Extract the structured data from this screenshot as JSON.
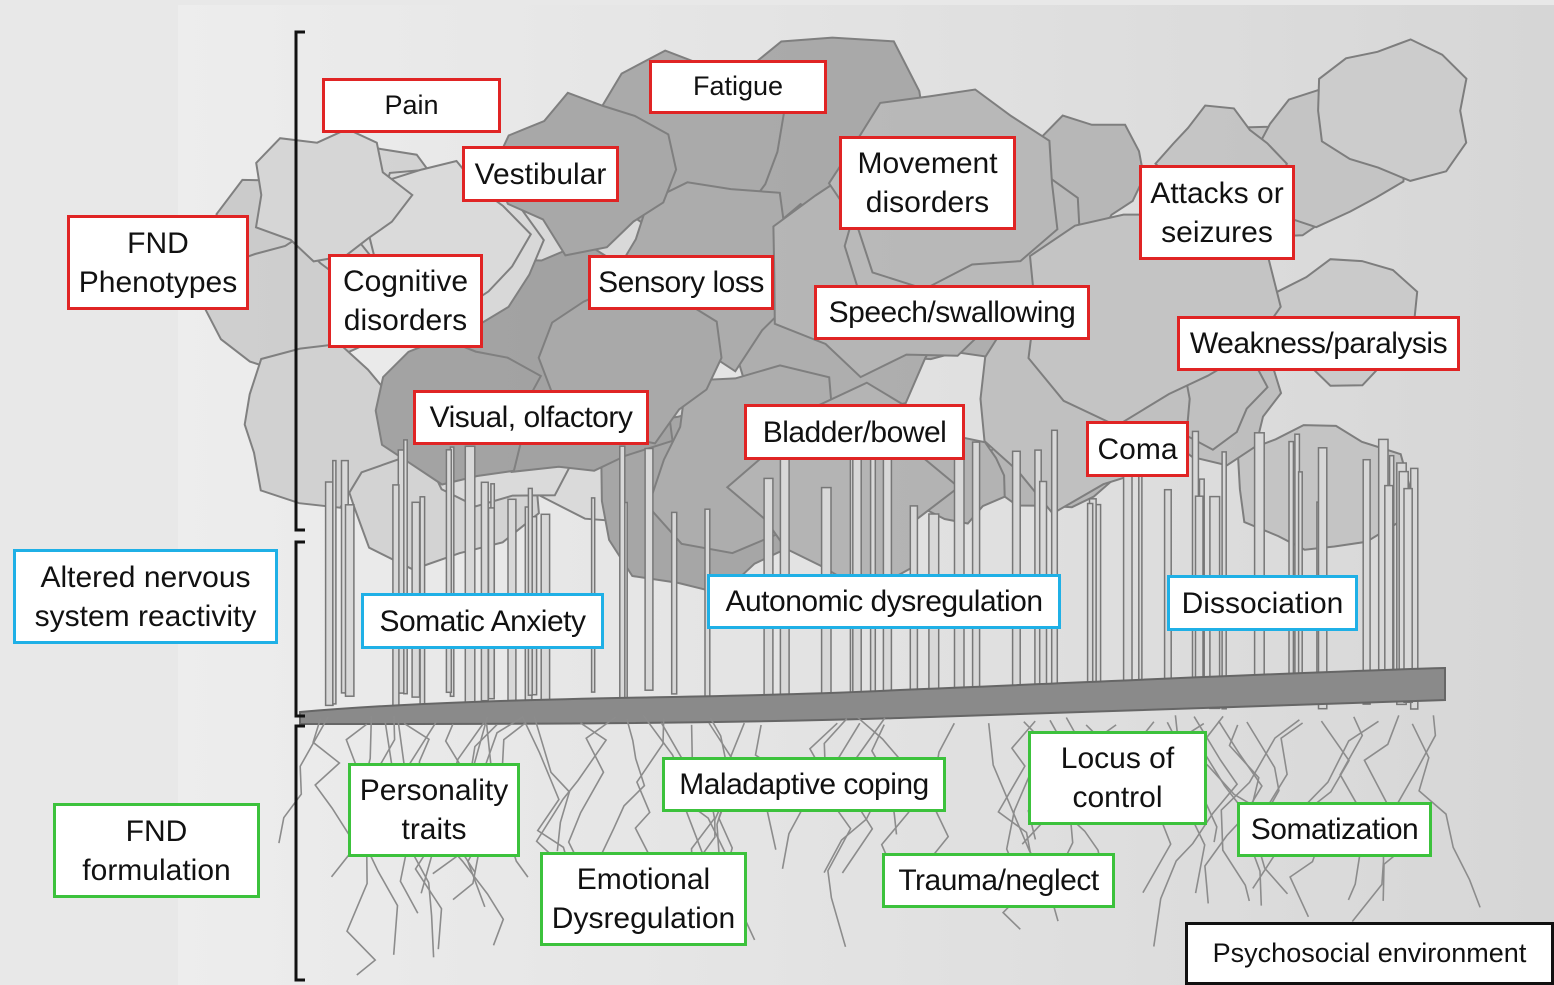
{
  "colors": {
    "phenotype_border": "#e02424",
    "reactivity_border": "#1fb0e6",
    "formulation_border": "#3cc23c",
    "environment_border": "#111111"
  },
  "categories": {
    "phenotypes": "FND\nPhenotypes",
    "reactivity": "Altered nervous\nsystem reactivity",
    "formulation": "FND\nformulation"
  },
  "phenotypes": {
    "pain": "Pain",
    "fatigue": "Fatigue",
    "vestibular": "Vestibular",
    "movement": "Movement\ndisorders",
    "attacks": "Attacks or\nseizures",
    "cognitive": "Cognitive\ndisorders",
    "sensory": "Sensory loss",
    "speech": "Speech/swallowing",
    "weakness": "Weakness/paralysis",
    "visual": "Visual, olfactory",
    "bladder": "Bladder/bowel",
    "coma": "Coma"
  },
  "reactivity": {
    "somatic_anxiety": "Somatic Anxiety",
    "autonomic": "Autonomic dysregulation",
    "dissociation": "Dissociation"
  },
  "formulation": {
    "personality": "Personality\ntraits",
    "coping": "Maladaptive coping",
    "locus": "Locus of\ncontrol",
    "somatization": "Somatization",
    "emotional": "Emotional\nDysregulation",
    "trauma": "Trauma/neglect"
  },
  "environment": "Psychosocial environment"
}
